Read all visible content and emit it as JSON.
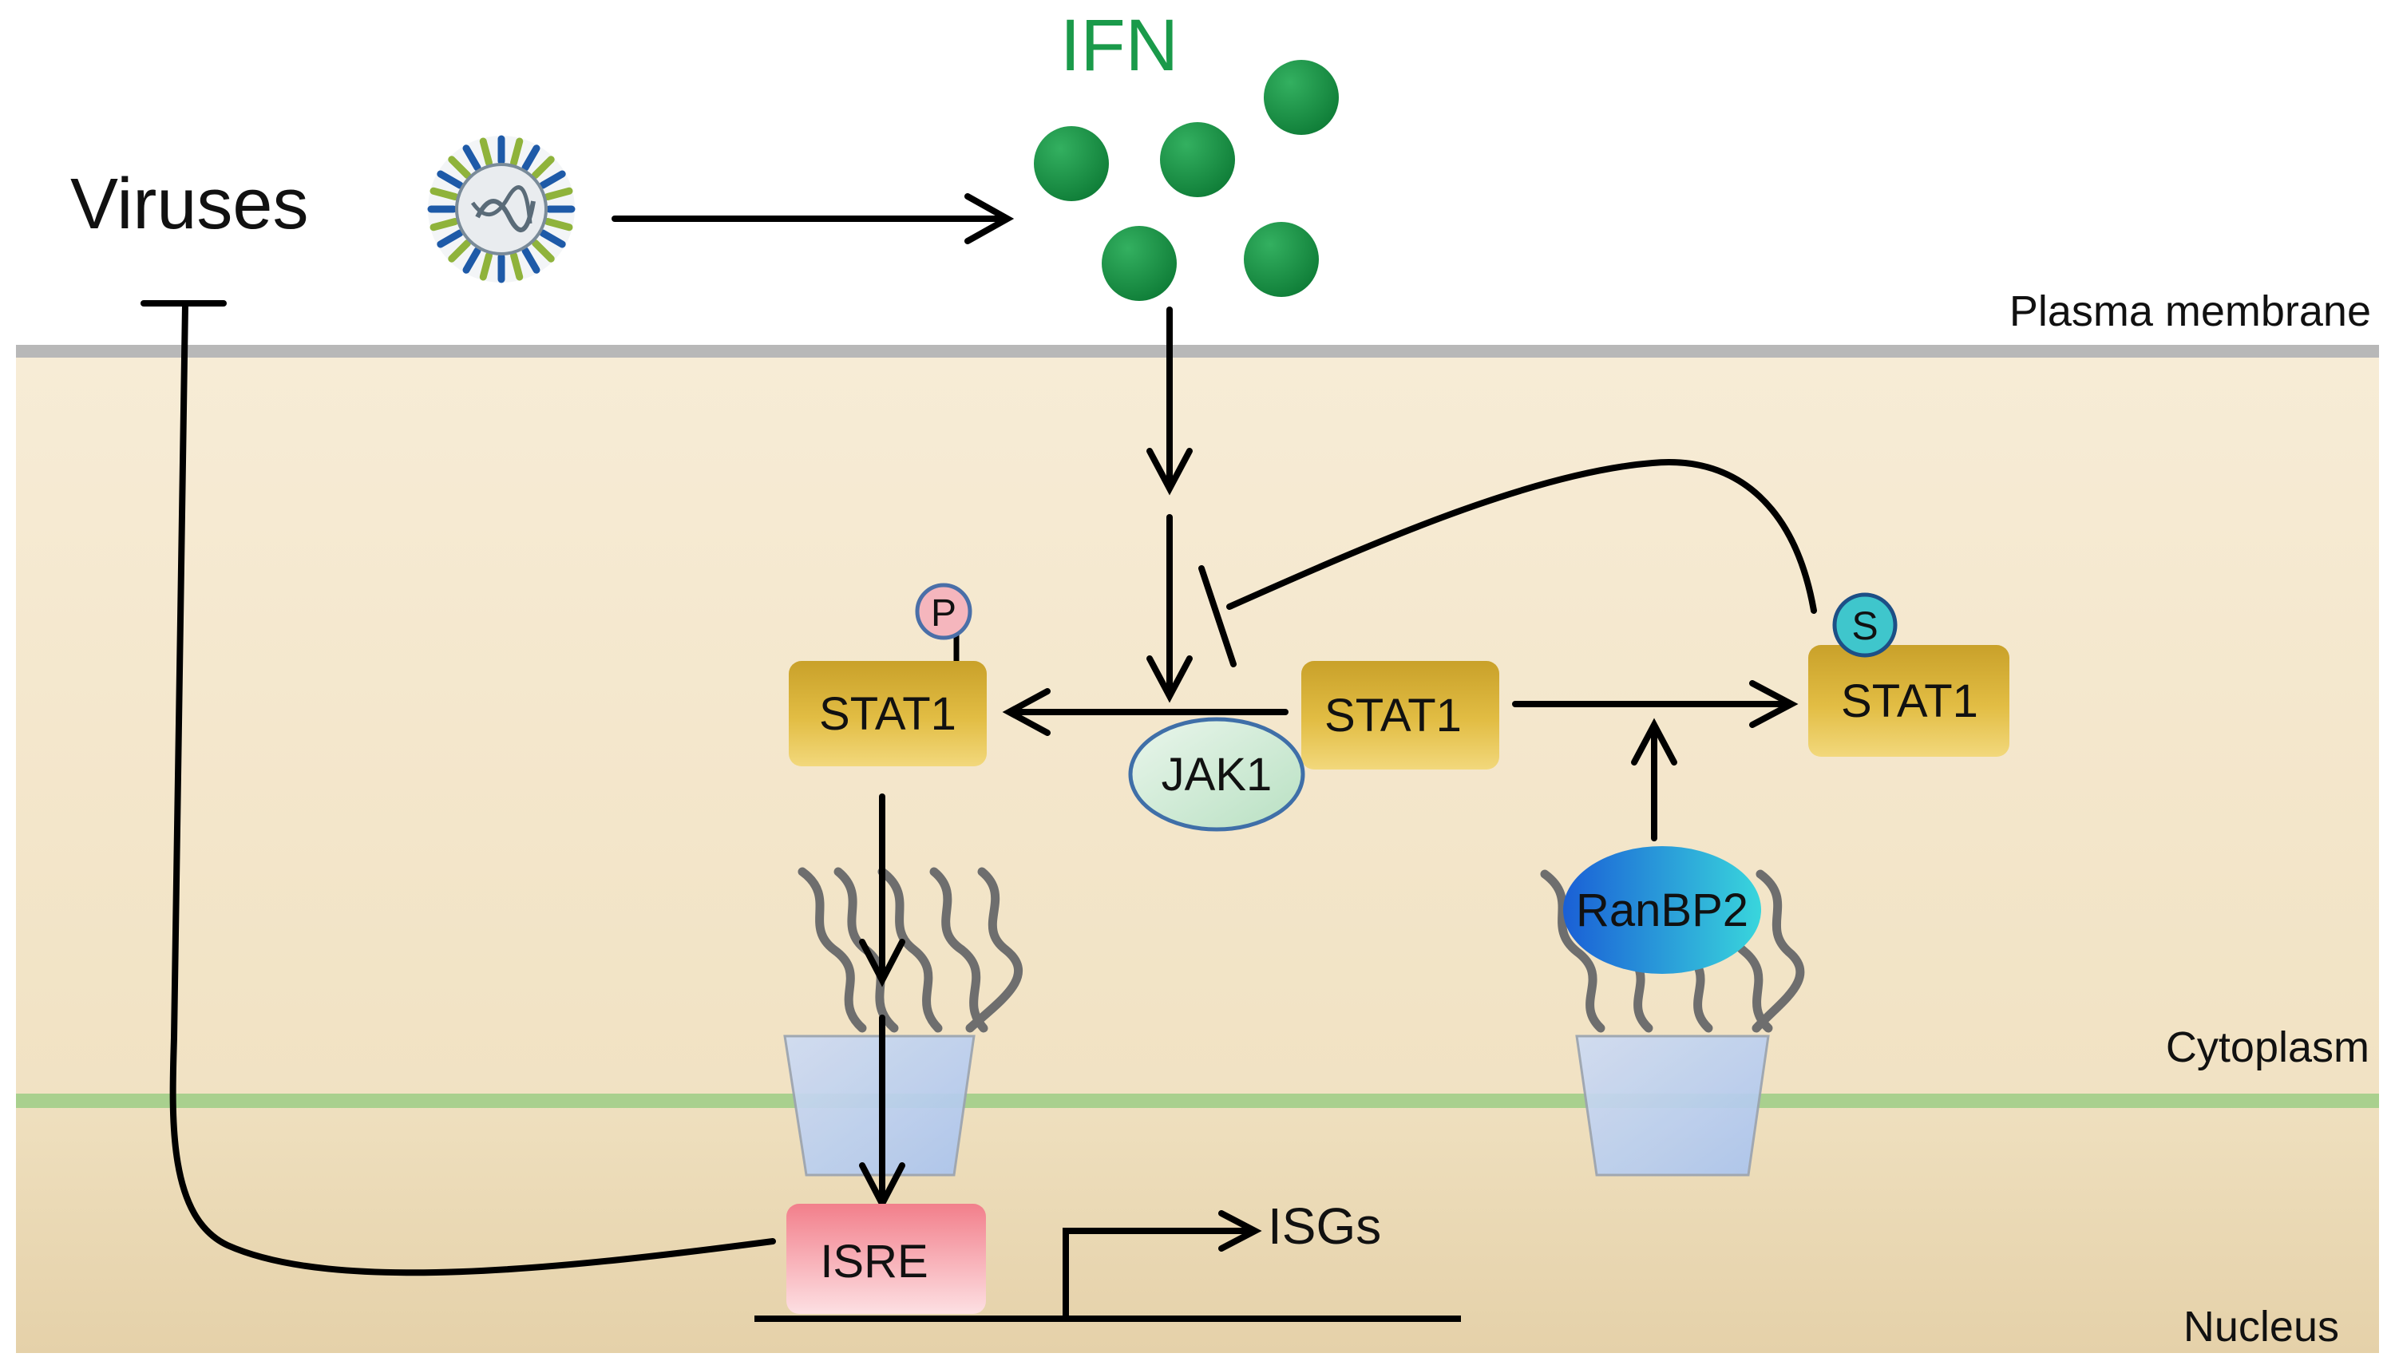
{
  "labels": {
    "ifn": "IFN",
    "viruses": "Viruses",
    "plasma_membrane": "Plasma membrane",
    "cytoplasm": "Cytoplasm",
    "nucleus": "Nucleus",
    "isgs": "ISGs"
  },
  "nodes": {
    "stat1_left": "STAT1",
    "stat1_center": "STAT1",
    "stat1_right": "STAT1",
    "jak1": "JAK1",
    "ranbp2": "RanBP2",
    "isre": "ISRE",
    "phospho_badge": "P",
    "sumo_badge": "S"
  },
  "colors": {
    "ifn_green": "#1a9a4a",
    "cytoplasm_bg": "#f6ead2",
    "nucleus_bg": "#ecdcb8",
    "membrane_gray": "#b8b8b8",
    "nuclear_membrane_green": "#a9d08e",
    "stat1_gold": "#e3b93a",
    "isre_pink": "#f38b95",
    "ranbp2_blue": "#1f78d1"
  }
}
